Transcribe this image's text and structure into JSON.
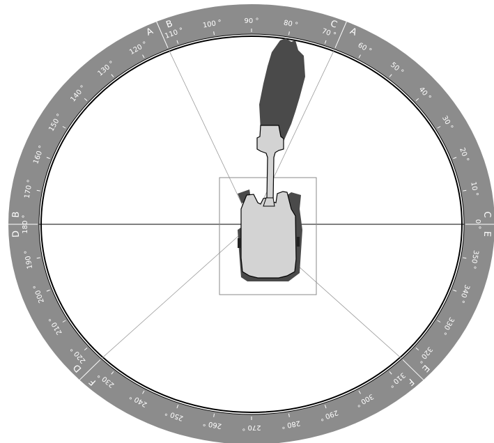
{
  "dial": {
    "ring_color": "#8c8c8c",
    "face_color": "#ffffff",
    "line_color": "#000000",
    "ticks": [
      {
        "deg": 0,
        "label": "0 °"
      },
      {
        "deg": 10,
        "label": "10 °"
      },
      {
        "deg": 20,
        "label": "20 °"
      },
      {
        "deg": 30,
        "label": "30 °"
      },
      {
        "deg": 40,
        "label": "40 °"
      },
      {
        "deg": 50,
        "label": "50 °"
      },
      {
        "deg": 60,
        "label": "60 °"
      },
      {
        "deg": 70,
        "label": "70 °"
      },
      {
        "deg": 80,
        "label": "80 °"
      },
      {
        "deg": 90,
        "label": "90 °"
      },
      {
        "deg": 100,
        "label": "100 °"
      },
      {
        "deg": 110,
        "label": "110 °"
      },
      {
        "deg": 120,
        "label": "120 °"
      },
      {
        "deg": 130,
        "label": "130 °"
      },
      {
        "deg": 140,
        "label": "140 °"
      },
      {
        "deg": 150,
        "label": "150 °"
      },
      {
        "deg": 160,
        "label": "160 °"
      },
      {
        "deg": 170,
        "label": "170 °"
      },
      {
        "deg": 180,
        "label": "180 °"
      },
      {
        "deg": 190,
        "label": "190 °"
      },
      {
        "deg": 200,
        "label": "200 °"
      },
      {
        "deg": 210,
        "label": "210 °"
      },
      {
        "deg": 220,
        "label": "220 °"
      },
      {
        "deg": 230,
        "label": "230 °"
      },
      {
        "deg": 240,
        "label": "240 °"
      },
      {
        "deg": 250,
        "label": "250 °"
      },
      {
        "deg": 260,
        "label": "260 °"
      },
      {
        "deg": 270,
        "label": "270 °"
      },
      {
        "deg": 280,
        "label": "280 °"
      },
      {
        "deg": 290,
        "label": "290 °"
      },
      {
        "deg": 300,
        "label": "300 °"
      },
      {
        "deg": 310,
        "label": "310 °"
      },
      {
        "deg": 320,
        "label": "320 °"
      },
      {
        "deg": 330,
        "label": "330 °"
      },
      {
        "deg": 340,
        "label": "340 °"
      },
      {
        "deg": 350,
        "label": "350 °"
      }
    ],
    "sector_lines": [
      {
        "deg": 0,
        "label": "E",
        "side": "before"
      },
      {
        "deg": 0,
        "label": "C",
        "side": "after"
      },
      {
        "deg": 67,
        "label": "A",
        "side": "before"
      },
      {
        "deg": 67,
        "label": "C",
        "side": "after"
      },
      {
        "deg": 113,
        "label": "A",
        "side": "after"
      },
      {
        "deg": 113,
        "label": "B",
        "side": "before"
      },
      {
        "deg": 180,
        "label": "B",
        "side": "before"
      },
      {
        "deg": 180,
        "label": "D",
        "side": "after"
      },
      {
        "deg": 225,
        "label": "D",
        "side": "before"
      },
      {
        "deg": 225,
        "label": "F",
        "side": "after"
      },
      {
        "deg": 315,
        "label": "F",
        "side": "before"
      },
      {
        "deg": 315,
        "label": "E",
        "side": "after"
      }
    ]
  },
  "machine": {
    "body_color": "#d3d3d3",
    "shadow_color": "#4a4a4a",
    "outline_color": "#000000",
    "boom_heading_deg": 80
  }
}
